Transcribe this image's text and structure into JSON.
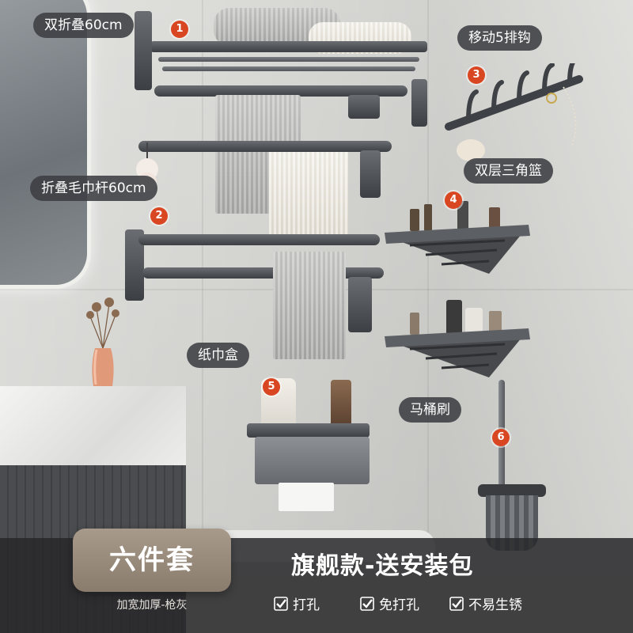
{
  "labels": {
    "item1": "双折叠60cm",
    "item2": "折叠毛巾杆60cm",
    "item3": "移动5排钩",
    "item4": "双层三角篮",
    "item5": "纸巾盒",
    "item6": "马桶刷"
  },
  "badges": {
    "b1": "1",
    "b2": "2",
    "b3": "3",
    "b4": "4",
    "b5": "5",
    "b6": "6"
  },
  "banner": {
    "package_title": "六件套",
    "package_subtitle": "加宽加厚-枪灰",
    "headline": "旗舰款-送安装包",
    "features": [
      "打孔",
      "免打孔",
      "不易生锈"
    ]
  },
  "colors": {
    "badge": "#d94722",
    "banner_bg": "#28282a",
    "seal": "#9a8c7c"
  }
}
